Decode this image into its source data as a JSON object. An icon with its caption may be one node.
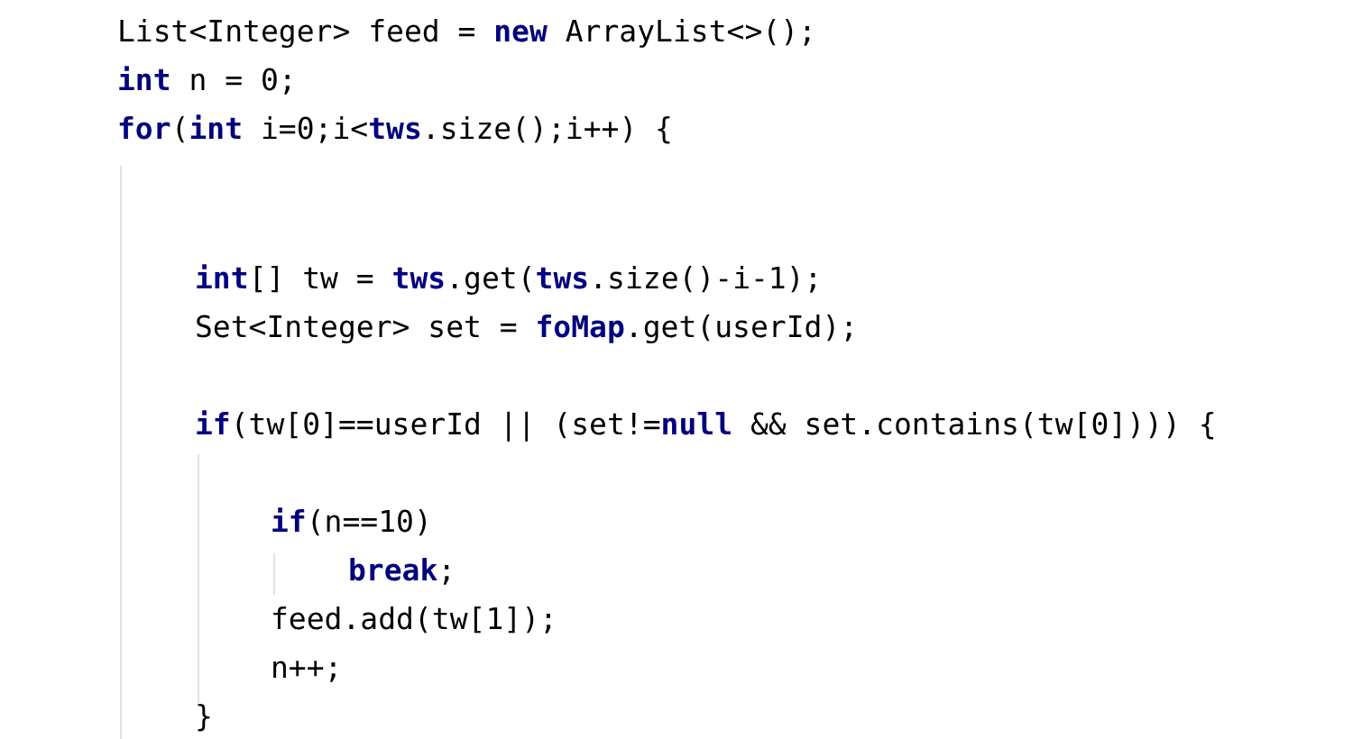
{
  "diagram": {
    "labels": [
      "List<Integer> feed = **new** ArrayList<>();",
      "**int** n = 0;",
      "**for**(**int** i=0;i<**tws**.size();i++) {",
      "**int**[] tw = **tws**.get(**tws**.size()-i-1);",
      "Set<Integer> set = **foMap**.get(userId);",
      "**if**(tw[0]==userId || (set!=**null** && set.contains(tw[0]))) {",
      "**if**(n==10)",
      "**break**;",
      "feed.add(tw[1]);",
      "n++;",
      "}"
    ]
  }
}
